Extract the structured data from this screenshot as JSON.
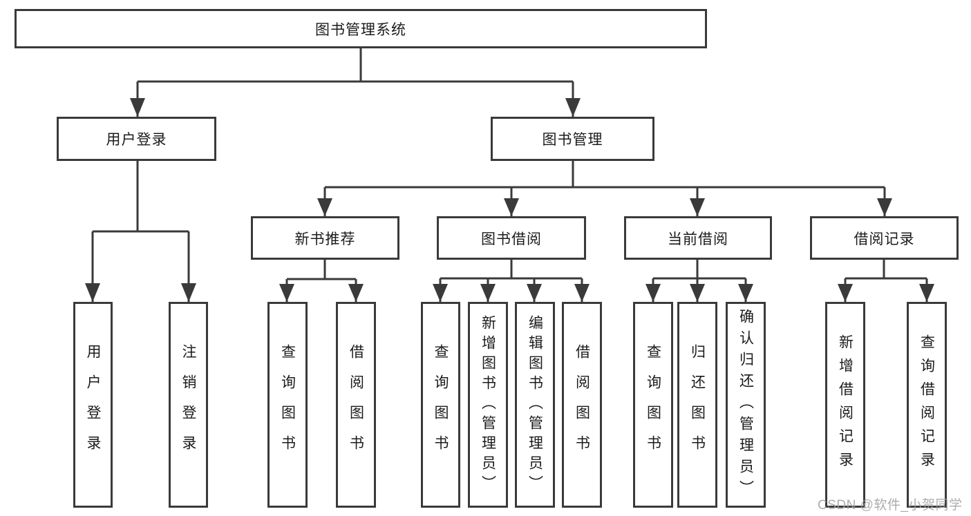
{
  "theme": {
    "line_color": "#3a3a3a",
    "border_color": "#3a3a3a",
    "text_color": "#1b1b1b",
    "background_color": "#ffffff",
    "watermark_color": "#9e9e9e"
  },
  "watermark": "CSDN @软件_小贺同学",
  "nodes": {
    "root": "图书管理系统",
    "user_login": "用户登录",
    "book_management": "图书管理",
    "new_book_recommend": "新书推荐",
    "book_borrowing": "图书借阅",
    "current_borrowing": "当前借阅",
    "borrowing_records": "借阅记录"
  },
  "leaves": {
    "user_login": [
      "用户登录",
      "注销登录"
    ],
    "new_book_recommend": [
      "查询图书",
      "借阅图书"
    ],
    "book_borrowing": [
      "查询图书",
      "新增图书（管理员）",
      "编辑图书（管理员）",
      "借阅图书"
    ],
    "current_borrowing": [
      "查询图书",
      "归还图书",
      "确认归还（管理员）"
    ],
    "borrowing_records": [
      "新增借阅记录",
      "查询借阅记录"
    ]
  }
}
